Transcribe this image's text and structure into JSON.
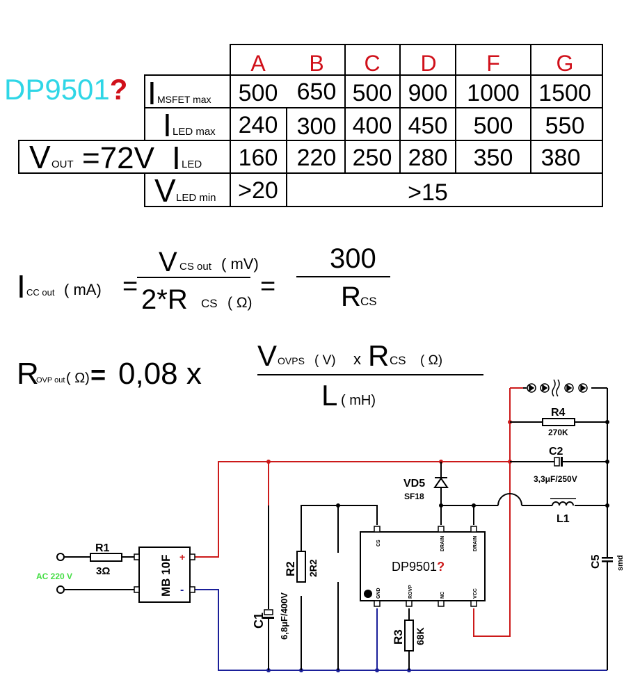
{
  "chip_title": {
    "name": "DP9501",
    "suffix": "?"
  },
  "colors": {
    "chip_title": "#2fd6e6",
    "question": "#d0101a",
    "column_header": "#d0101a",
    "wire_positive": "#cc1a1a",
    "wire_negative": "#1a1f99",
    "wire_default": "#000000",
    "ac_label": "#44dd44"
  },
  "table": {
    "columns": [
      "A",
      "B",
      "C",
      "D",
      "F",
      "G"
    ],
    "rows": [
      {
        "symbol": "I",
        "subscript": "MSFET max",
        "values": [
          "500",
          "650",
          "500",
          "900",
          "1000",
          "1500"
        ]
      },
      {
        "symbol": "I",
        "subscript": "LED max",
        "values": [
          "240",
          "300",
          "400",
          "450",
          "500",
          "550"
        ]
      },
      {
        "symbol": "I",
        "subscript": "LED",
        "values": [
          "160",
          "220",
          "250",
          "280",
          "350",
          "380"
        ]
      },
      {
        "symbol": "V",
        "subscript": "LED min",
        "values": [
          ">20",
          ">15"
        ]
      }
    ],
    "vout": {
      "symbol": "V",
      "subscript": "OUT",
      "value": "=72V"
    }
  },
  "formula1": {
    "lhs_symbol": "I",
    "lhs_sub": "CC out",
    "lhs_unit": "( mA)",
    "eq": "=",
    "num_symbol": "V",
    "num_sub": "CS out",
    "num_unit": "( mV)",
    "den_prefix": "2*R",
    "den_sub": "CS",
    "den_unit": "( Ω)",
    "eq2": "=",
    "num2": "300",
    "den2_symbol": "R",
    "den2_sub": "CS"
  },
  "formula2": {
    "lhs_symbol": "R",
    "lhs_sub": "OVP out",
    "lhs_unit": "( Ω)",
    "eq": "=",
    "coef": "0,08 x",
    "num_symbol": "V",
    "num_sub": "OVPS",
    "num_unit": "( V)",
    "num_times": "x",
    "num_symbol2": "R",
    "num_sub2": "CS",
    "num_unit2": "( Ω)",
    "den_symbol": "L",
    "den_unit": "( mH)"
  },
  "schematic": {
    "ac_label": "AC 220 V",
    "r1": {
      "name": "R1",
      "value": "3Ω"
    },
    "bridge": {
      "name": "MB 10F",
      "plus": "+",
      "minus": "-"
    },
    "c1": {
      "name": "C1",
      "value": "6,8μF/400V"
    },
    "r2": {
      "name": "R2",
      "value": "2R2"
    },
    "r3": {
      "name": "R3",
      "value": "68K"
    },
    "ic": {
      "name": "DP9501",
      "suffix": "?",
      "pins_top": [
        "CS",
        "DRAIN",
        "DRAIN"
      ],
      "pins_bottom": [
        "GND",
        "ROVP",
        "NC",
        "VCC"
      ]
    },
    "vd5": {
      "name": "VD5",
      "value": "SF18"
    },
    "r4": {
      "name": "R4",
      "value": "270K"
    },
    "c2": {
      "name": "C2",
      "value": "3,3μF/250V"
    },
    "l1": {
      "name": "L1"
    },
    "c5": {
      "name": "C5",
      "value": "smd"
    }
  }
}
